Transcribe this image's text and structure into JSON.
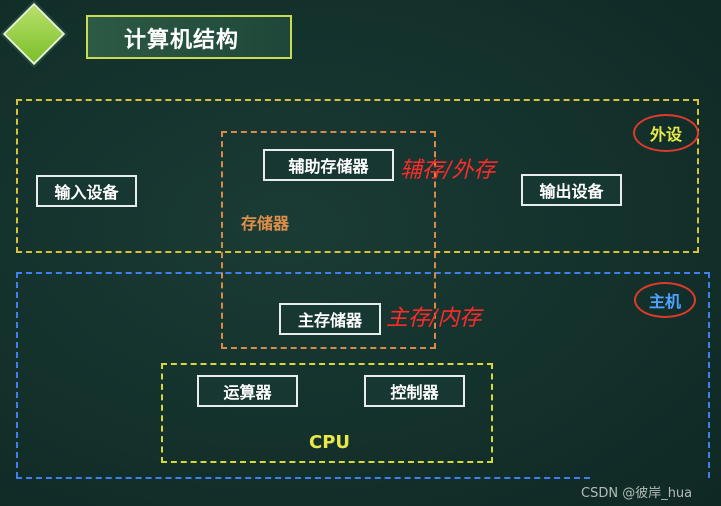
{
  "title": "计算机结构",
  "regions": {
    "peripheral_label": "外设",
    "host_label": "主机",
    "storage_label": "存储器",
    "cpu_label": "CPU"
  },
  "boxes": {
    "input_device": "输入设备",
    "output_device": "输出设备",
    "aux_storage": "辅助存储器",
    "main_storage": "主存储器",
    "alu": "运算器",
    "controller": "控制器"
  },
  "annotations": {
    "aux_note": "辅存/外存",
    "main_note": "主存/内存"
  },
  "watermark": "CSDN @彼岸_hua",
  "colors": {
    "background": "#13302b",
    "peripheral_dash": "#d8c23a",
    "host_dash": "#3f7ff0",
    "storage_dash": "#d98a45",
    "cpu_dash": "#d8d83a",
    "annotation_red": "#ff2a2a"
  }
}
